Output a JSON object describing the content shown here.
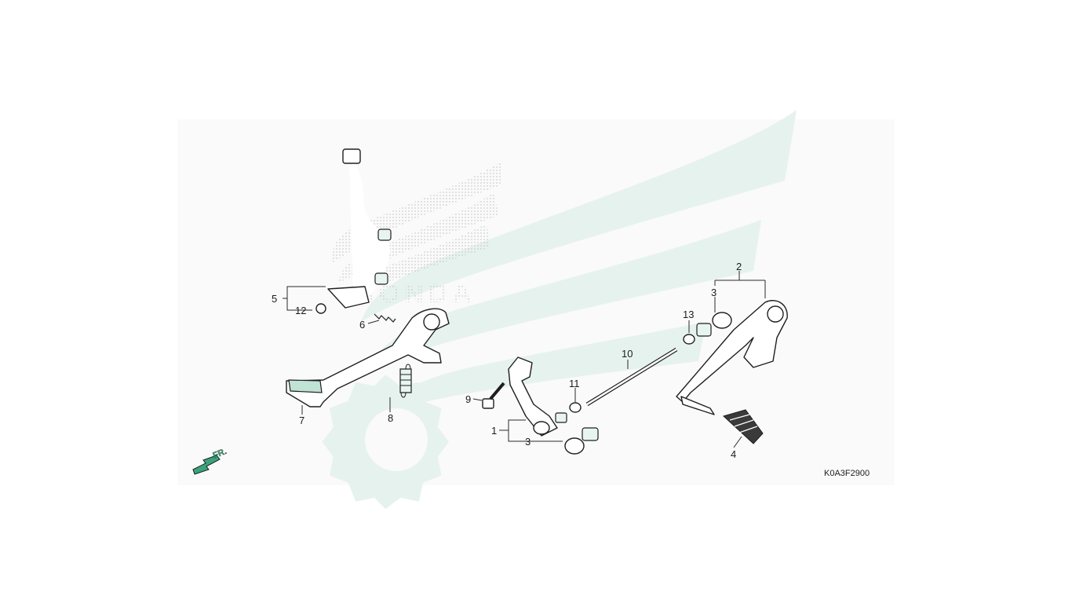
{
  "diagram": {
    "code": "K0A3F2900",
    "front_marker": "FR.",
    "watermark_logo": "HONDA",
    "callouts": {
      "c1": "1",
      "c2": "2",
      "c3a": "3",
      "c3b": "3",
      "c4": "4",
      "c5": "5",
      "c6": "6",
      "c7": "7",
      "c8": "8",
      "c9": "9",
      "c10": "10",
      "c11": "11",
      "c12": "12",
      "c13": "13"
    }
  },
  "colors": {
    "watermark": "#e6f2ee",
    "ink": "#1f1f1f",
    "accent": "#3aa37a"
  }
}
